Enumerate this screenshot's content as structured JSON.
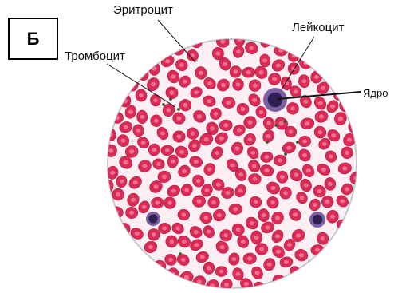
{
  "figure": {
    "panel_letter": "Б",
    "labels": {
      "erythrocyte": "Эритроцит",
      "leukocyte": "Лейкоцит",
      "platelet": "Тромбоцит",
      "nucleus": "Ядро"
    },
    "colors": {
      "rbc_fill": "#d92b55",
      "rbc_center": "#ee6f8e",
      "rbc_edge": "#b21640",
      "leukocyte_cytoplasm": "#7b5fa0",
      "nucleus": "#2f1f55",
      "platelet": "#3a5a2a",
      "field_bg": "#fbeff3",
      "field_border": "#c7c7cf"
    },
    "icons": [
      "erythrocyte-icon",
      "leukocyte-icon",
      "platelet-icon"
    ]
  }
}
